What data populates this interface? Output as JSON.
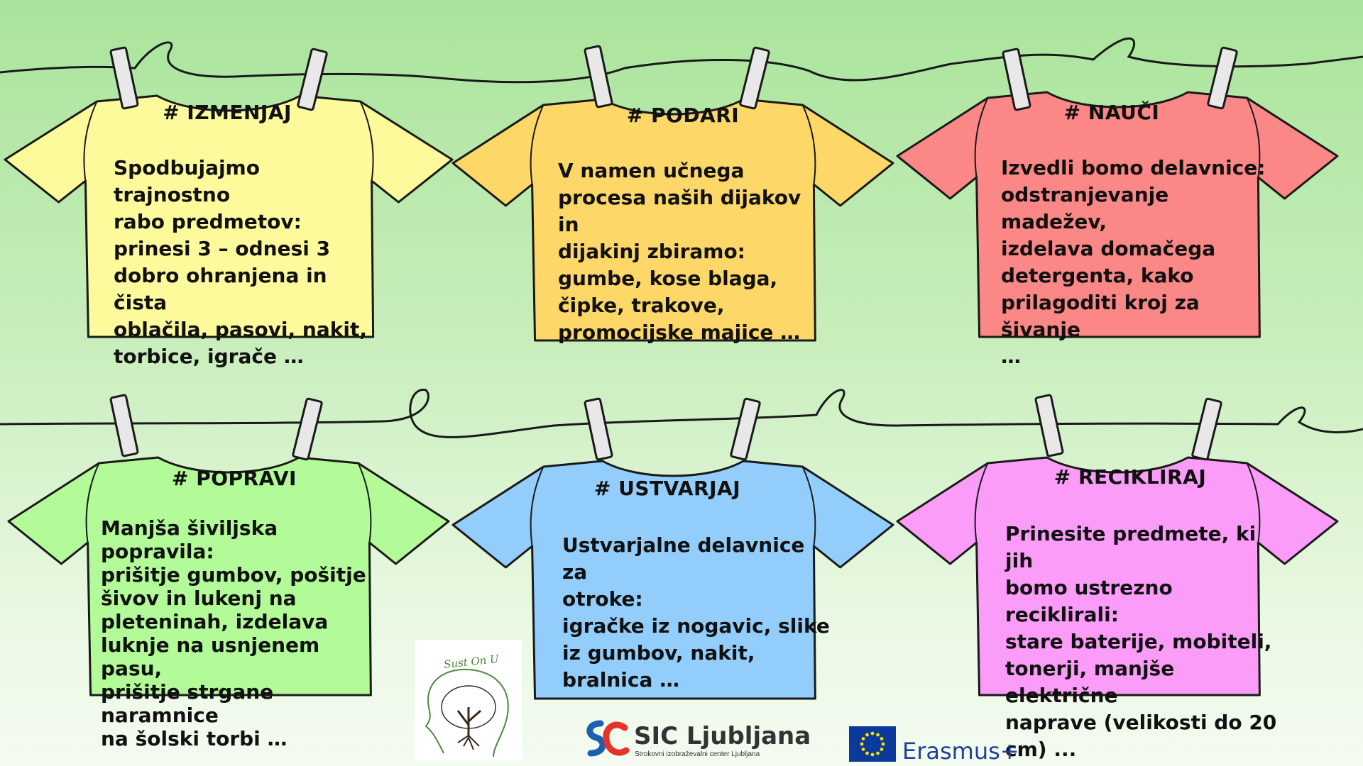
{
  "shirts": [
    {
      "id": "izmenjaj",
      "color": "#fdfa9c",
      "title": "# IZMENJAJ",
      "body": "Spodbujajmo trajnostno\nrabo predmetov:\nprinesi 3 – odnesi 3\ndobro ohranjena in čista\noblačila, pasovi, nakit,\ntorbice, igrače …"
    },
    {
      "id": "podari",
      "color": "#fdd767",
      "title": "# PODARI",
      "body": "V namen učnega\nprocesa naših dijakov in\ndijakinj zbiramo:\ngumbe, kose blaga,\nčipke, trakove,\npromocijske majice …"
    },
    {
      "id": "nauci",
      "color": "#fc8787",
      "title": "# NAUČI",
      "body": "Izvedli bomo delavnice:\nodstranjevanje madežev,\nizdelava domačega\ndetergenta, kako\nprilagoditi kroj za šivanje\n…"
    },
    {
      "id": "popravi",
      "color": "#b3fa98",
      "title": "# POPRAVI",
      "body": "Manjša šiviljska popravila:\nprišitje gumbov, pošitje\nšivov in lukenj na\npleteninah, izdelava\nluknje na usnjenem pasu,\nprišitje strgane naramnice\nna šolski torbi …"
    },
    {
      "id": "ustvarjaj",
      "color": "#93cdfc",
      "title": "# USTVARJAJ",
      "body": "Ustvarjalne delavnice za\notroke:\nigračke iz nogavic, slike\niz gumbov, nakit,\nbralnica …"
    },
    {
      "id": "recikliraj",
      "color": "#fb9cf9",
      "title": "# RECIKLIRAJ",
      "body": "Prinesite predmete, ki jih\nbomo ustrezno reciklirali:\nstare baterije, mobiteli,\ntonerji, manjše električne\nnaprave (velikosti do 20\ncm) ..."
    }
  ],
  "logos": {
    "sustain_label": "Sust On U",
    "sic_name": "SIC Ljubljana",
    "sic_subtitle": "Strokovni izobraževalni center Ljubljana",
    "erasmus_label": "Erasmus+"
  },
  "colors": {
    "outline": "#1a1a1a",
    "clothespin": "#e8e8e8",
    "sic_blue": "#1c5fae",
    "sic_red": "#e5332a",
    "eu_blue": "#0b3a9a",
    "eu_star": "#ffdd00"
  }
}
